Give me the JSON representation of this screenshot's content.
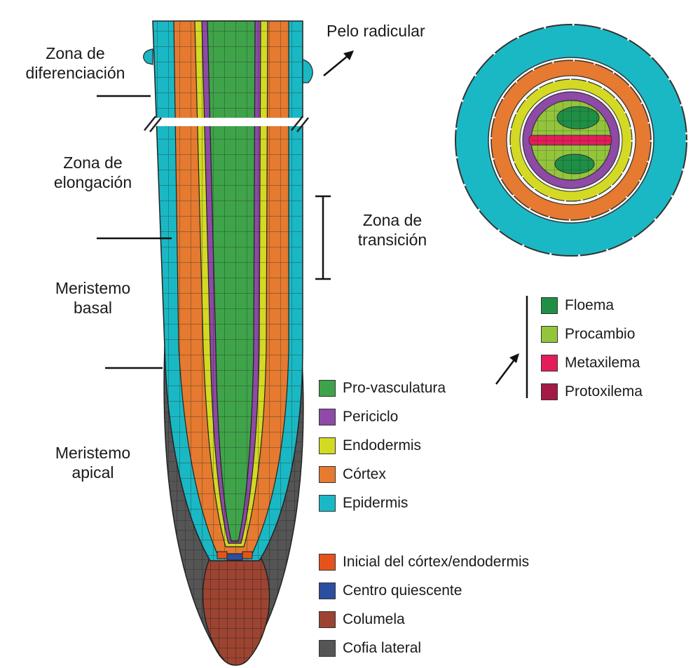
{
  "zones": {
    "differentiation": [
      "Zona de",
      "diferenciación"
    ],
    "elongation": [
      "Zona de",
      "elongación"
    ],
    "basal_meristem": [
      "Meristemo",
      "basal"
    ],
    "apical_meristem": [
      "Meristemo",
      "apical"
    ],
    "transition": [
      "Zona de",
      "transición"
    ]
  },
  "root_hair_label": "Pelo radicular",
  "legend_tissues": [
    {
      "label": "Pro-vasculatura",
      "color": "#3fa34a"
    },
    {
      "label": "Periciclo",
      "color": "#8e4aa6"
    },
    {
      "label": "Endodermis",
      "color": "#d4d923"
    },
    {
      "label": "Córtex",
      "color": "#e57a30"
    },
    {
      "label": "Epidermis",
      "color": "#1ab8c4"
    }
  ],
  "legend_initials": [
    {
      "label": "Inicial del córtex/endodermis",
      "color": "#e4531c"
    },
    {
      "label": "Centro quiescente",
      "color": "#2b4ea0"
    },
    {
      "label": "Columela",
      "color": "#9c4431"
    },
    {
      "label": "Cofia lateral",
      "color": "#555555"
    }
  ],
  "legend_vascular": [
    {
      "label": "Floema",
      "color": "#1e8f45"
    },
    {
      "label": "Procambio",
      "color": "#93c53c"
    },
    {
      "label": "Metaxilema",
      "color": "#e31c5a"
    },
    {
      "label": "Protoxilema",
      "color": "#a51a45"
    }
  ]
}
